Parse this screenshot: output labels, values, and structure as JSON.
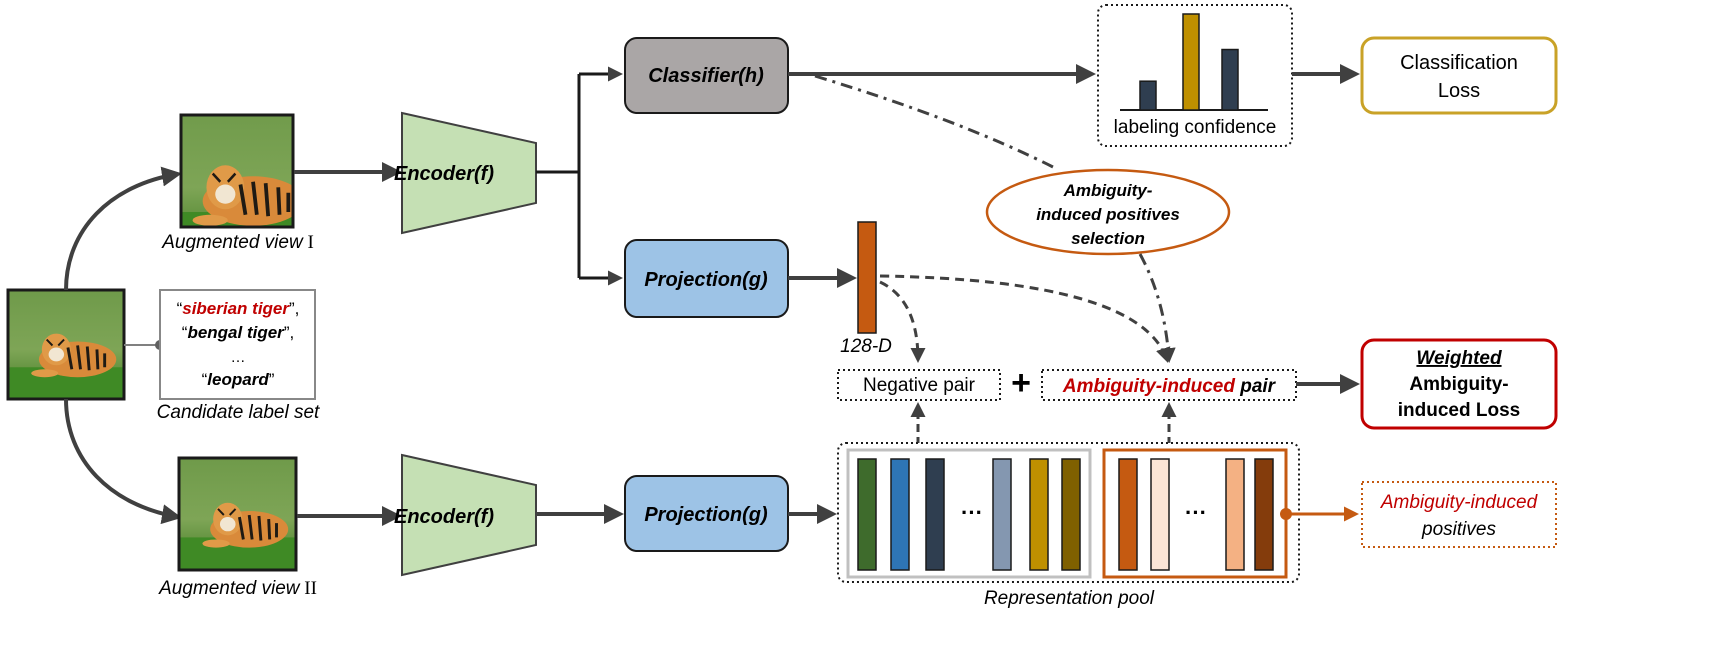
{
  "colors": {
    "encoder_fill": "#c5e0b4",
    "classifier_fill": "#aaa6a6",
    "projection_fill": "#9dc3e6",
    "feature_fill": "#c55a11",
    "classification_border": "#c9a227",
    "weighted_border": "#c00000",
    "highlight_red": "#c00000",
    "ambiguity_orange": "#c55a11",
    "tiger_green": "#5a8a3a",
    "tiger_orange": "#d98a3a",
    "pool_neg": [
      "#3e6b2c",
      "#2e75b6",
      "#2f3e50",
      "#8497b0",
      "#bf9000",
      "#7f6000"
    ],
    "pool_pos": [
      "#c55a11",
      "#fbe5d6",
      "#f4b183",
      "#843c0c"
    ],
    "confidence_bars": [
      "#2f3e50",
      "#bf9000",
      "#2f3e50"
    ]
  },
  "input": {
    "image_icon": "tiger-photo",
    "view1_icon": "tiger-photo-augmented",
    "view2_icon": "tiger-photo-augmented",
    "view1_caption_main": "Augmented view",
    "view1_caption_num": "I",
    "view2_caption_main": "Augmented view",
    "view2_caption_num": "II",
    "candidate": {
      "label1": "siberian tiger",
      "label2": "bengal tiger",
      "ellipsis": "…",
      "label3": "leopard",
      "caption": "Candidate label set"
    }
  },
  "modules": {
    "encoder1": "Encoder(f)",
    "encoder2": "Encoder(f)",
    "classifier": "Classifier(h)",
    "projection1": "Projection(g)",
    "projection2": "Projection(g)"
  },
  "feature_dim": "128-D",
  "confidence_caption": "labeling confidence",
  "confidence_values": [
    0.3,
    1.0,
    0.63
  ],
  "classification_loss": [
    "Classification",
    "Loss"
  ],
  "selection": [
    "Ambiguity-",
    "induced positives",
    "selection"
  ],
  "negative_pair": "Negative pair",
  "plus": "+",
  "amb_pair_red": "Ambiguity-induced",
  "amb_pair_black": "pair",
  "weighted_loss": [
    "Weighted",
    "Ambiguity-",
    "induced Loss"
  ],
  "pool_ellipsis": "···",
  "pool_caption": "Representation pool",
  "positives_output": [
    "Ambiguity-induced",
    "positives"
  ]
}
